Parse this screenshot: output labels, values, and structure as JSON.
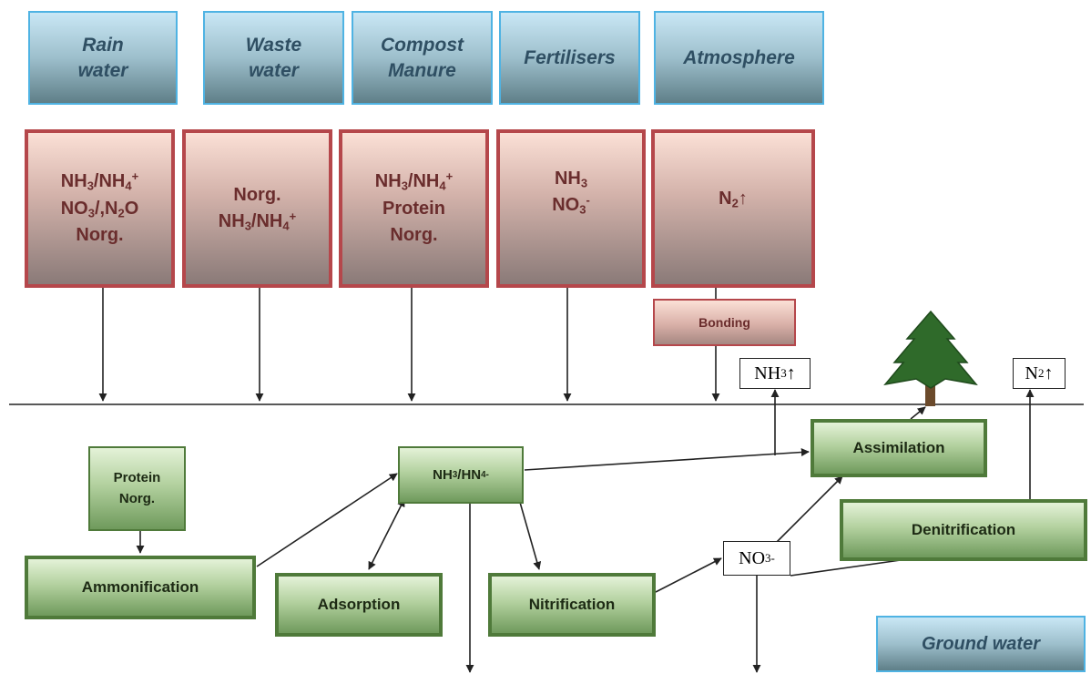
{
  "sources": [
    {
      "l1": "Rain",
      "l2": "water"
    },
    {
      "l1": "Waste",
      "l2": "water"
    },
    {
      "l1": "Compost",
      "l2": "Manure"
    },
    {
      "l1": "Fertilisers",
      "l2": ""
    },
    {
      "l1": "Atmosphere",
      "l2": ""
    }
  ],
  "compounds": {
    "rain": {
      "l1": [
        "NH",
        "3",
        "/NH",
        "4",
        "+"
      ],
      "l2": [
        "NO",
        "3",
        "/,N",
        "2",
        "O"
      ],
      "l3": "Norg."
    },
    "waste": {
      "l1": "Norg.",
      "l2": [
        "NH",
        "3",
        "/NH",
        "4",
        "+"
      ]
    },
    "compost": {
      "l1": [
        "NH",
        "3",
        "/NH",
        "4",
        "+"
      ],
      "l2": "Protein",
      "l3": "Norg."
    },
    "fert": {
      "l1": [
        "NH",
        "3"
      ],
      "l2": [
        "NO",
        "3",
        "-"
      ]
    },
    "atmo": {
      "l1": [
        "N",
        "2",
        "↑"
      ]
    }
  },
  "bonding": "Bonding",
  "gas": {
    "nh3": [
      "NH",
      "3",
      "↑"
    ],
    "n2": [
      "N",
      "2",
      "↑"
    ],
    "no3": [
      "NO",
      "3",
      "-"
    ]
  },
  "processes": {
    "protein_l1": "Protein",
    "protein_l2": "Norg.",
    "ammonification": "Ammonification",
    "nh3hn4": [
      "NH",
      "3",
      "/HN",
      "4",
      "-"
    ],
    "adsorption": "Adsorption",
    "nitrification": "Nitrification",
    "assimilation": "Assimilation",
    "denitrification": "Denitrification"
  },
  "ground_water": "Ground water"
}
